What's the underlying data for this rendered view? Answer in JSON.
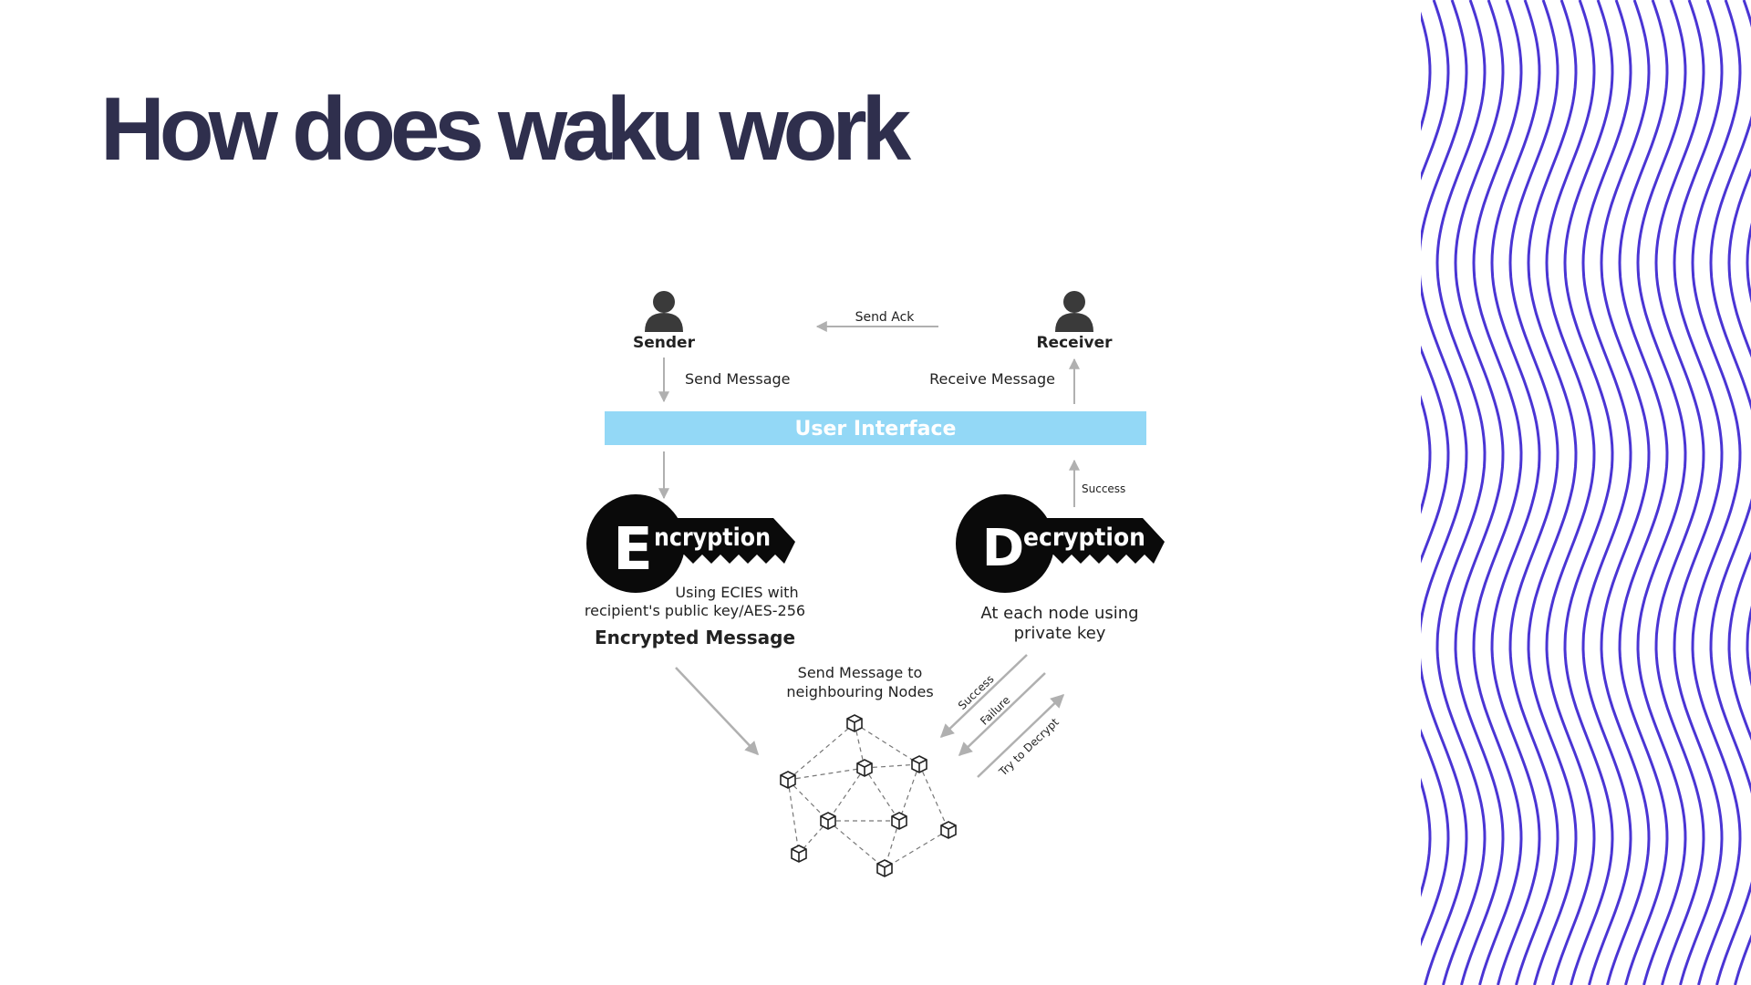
{
  "slide": {
    "title": "How does waku work"
  },
  "diagram": {
    "sender": {
      "label": "Sender",
      "icon": "user-icon"
    },
    "receiver": {
      "label": "Receiver",
      "icon": "user-icon"
    },
    "send_ack": "Send Ack",
    "send_message": "Send Message",
    "receive_message": "Receive Message",
    "user_interface": "User Interface",
    "success_top": "Success",
    "encryption": {
      "initial": "E",
      "rest": "ncryption",
      "icon": "key-icon",
      "method_line1": "Using ECIES with",
      "method_line2": "recipient's public key/AES-256",
      "result": "Encrypted Message"
    },
    "decryption": {
      "initial": "D",
      "rest": "ecryption",
      "icon": "key-icon",
      "note_line1": "At each node using",
      "note_line2": "private key"
    },
    "network": {
      "label_line1": "Send Message to",
      "label_line2": "neighbouring Nodes",
      "icon": "node-cube-icon"
    },
    "arrows": {
      "success": "Success",
      "failure": "Failure",
      "try_decrypt": "Try to Decrypt"
    }
  },
  "colors": {
    "title": "#2f2f4d",
    "ui_bar": "#93d8f6",
    "ui_text": "#ffffff",
    "arrow": "#b0b0b0",
    "wave": "#4a35d4"
  }
}
